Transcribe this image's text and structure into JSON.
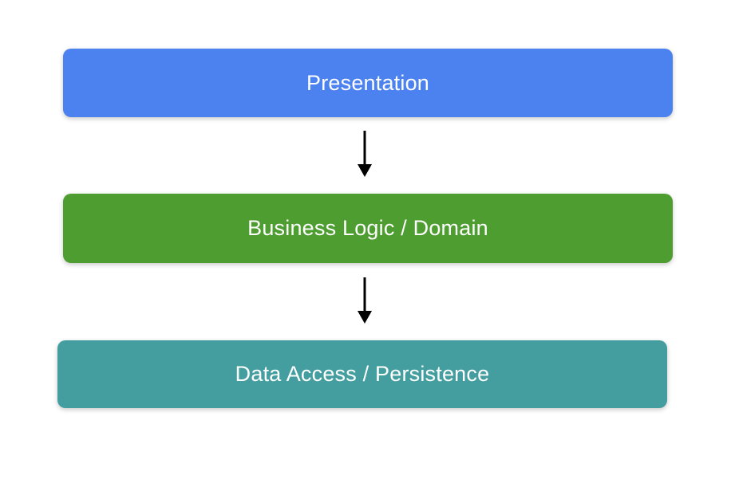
{
  "diagram": {
    "background_color": "#ffffff",
    "text_color": "#ffffff",
    "arrow_color": "#000000",
    "layers": [
      {
        "label": "Presentation",
        "color": "#4b82ef"
      },
      {
        "label": "Business Logic / Domain",
        "color": "#4e9d31"
      },
      {
        "label": "Data Access / Persistence",
        "color": "#449ea0"
      }
    ],
    "arrows": [
      {
        "from": "Presentation",
        "to": "Business Logic / Domain",
        "direction": "down"
      },
      {
        "from": "Business Logic / Domain",
        "to": "Data Access / Persistence",
        "direction": "down"
      }
    ]
  }
}
